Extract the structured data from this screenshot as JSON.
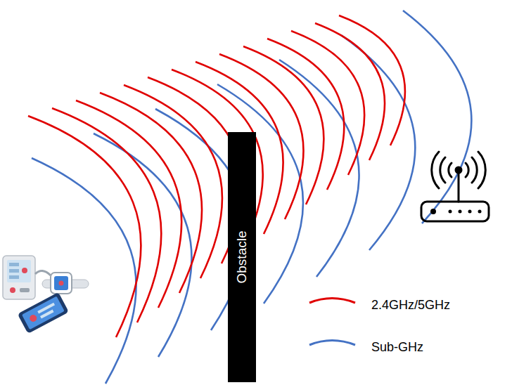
{
  "diagram": {
    "nodes": [
      {
        "text": [
          "Obstacle"
        ]
      }
    ],
    "legend": [
      {
        "text": "2.4GHz/5GHz"
      },
      {
        "text": "Sub-GHz"
      }
    ]
  }
}
